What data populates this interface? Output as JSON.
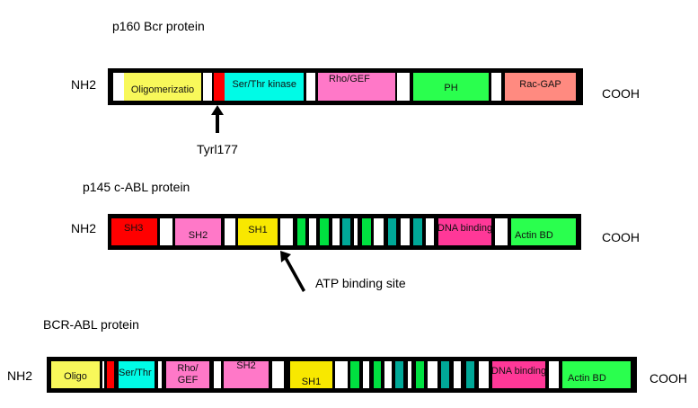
{
  "colors": {
    "white": "#ffffff",
    "yellow_pale": "#f8f85a",
    "red": "#ff0000",
    "cyan": "#00fbe6",
    "pink": "#ff78c8",
    "green_bright": "#2aff4e",
    "salmon": "#ff8a80",
    "yellow": "#f8e800",
    "green": "#00e040",
    "teal": "#00a898",
    "magenta": "#ff3898"
  },
  "proteins": [
    {
      "title": "p160 Bcr protein",
      "n_term": "NH2",
      "c_term": "COOH",
      "domains": [
        {
          "label": "",
          "color": "#ffffff"
        },
        {
          "label": "Oligomerizatio",
          "color": "#f8f85a"
        },
        {
          "label": "",
          "color": "#ffffff"
        },
        {
          "label": "",
          "color": "#ff0000"
        },
        {
          "label": "Ser/Thr kinase",
          "color": "#00fbe6"
        },
        {
          "label": "",
          "color": "#ffffff"
        },
        {
          "label": "Rho/GEF",
          "color": "#ff78c8"
        },
        {
          "label": "",
          "color": "#ffffff"
        },
        {
          "label": "PH",
          "color": "#2aff4e"
        },
        {
          "label": "",
          "color": "#ffffff"
        },
        {
          "label": "Rac-GAP",
          "color": "#ff8a80"
        }
      ],
      "annotation": "Tyrl177"
    },
    {
      "title": "p145 c-ABL protein",
      "n_term": "NH2",
      "c_term": "COOH",
      "domains": [
        {
          "label": "SH3",
          "color": "#ff0000"
        },
        {
          "label": "",
          "color": "#ffffff"
        },
        {
          "label": "SH2",
          "color": "#ff78c8"
        },
        {
          "label": "",
          "color": "#ffffff"
        },
        {
          "label": "SH1",
          "color": "#f8e800"
        },
        {
          "label": "",
          "color": "#ffffff"
        },
        {
          "label": "",
          "color": "#00e040"
        },
        {
          "label": "",
          "color": "#ffffff"
        },
        {
          "label": "",
          "color": "#00e040"
        },
        {
          "label": "",
          "color": "#ffffff"
        },
        {
          "label": "",
          "color": "#00a898"
        },
        {
          "label": "",
          "color": "#ffffff"
        },
        {
          "label": "",
          "color": "#00e040"
        },
        {
          "label": "",
          "color": "#ffffff"
        },
        {
          "label": "",
          "color": "#00a898"
        },
        {
          "label": "",
          "color": "#ffffff"
        },
        {
          "label": "",
          "color": "#00a898"
        },
        {
          "label": "",
          "color": "#ffffff"
        },
        {
          "label": "DNA binding",
          "color": "#ff3898"
        },
        {
          "label": "",
          "color": "#ffffff"
        },
        {
          "label": "Actin BD",
          "color": "#2aff4e"
        }
      ],
      "annotation": "ATP binding site"
    },
    {
      "title": "BCR-ABL protein",
      "n_term": "NH2",
      "c_term": "COOH",
      "domains": [
        {
          "label": "Oligo",
          "color": "#f8f85a"
        },
        {
          "label": "",
          "color": "#ffffff"
        },
        {
          "label": "",
          "color": "#ff0000"
        },
        {
          "label": "Ser/Thr",
          "color": "#00fbe6"
        },
        {
          "label": "",
          "color": "#ffffff"
        },
        {
          "label": "Rho/\nGEF",
          "color": "#ff78c8"
        },
        {
          "label": "",
          "color": "#ffffff"
        },
        {
          "label": "SH2",
          "color": "#ff78c8"
        },
        {
          "label": "",
          "color": "#ffffff"
        },
        {
          "label": "SH1",
          "color": "#f8e800"
        },
        {
          "label": "",
          "color": "#ffffff"
        },
        {
          "label": "",
          "color": "#00e040"
        },
        {
          "label": "",
          "color": "#ffffff"
        },
        {
          "label": "",
          "color": "#00e040"
        },
        {
          "label": "",
          "color": "#ffffff"
        },
        {
          "label": "",
          "color": "#00a898"
        },
        {
          "label": "",
          "color": "#ffffff"
        },
        {
          "label": "",
          "color": "#00e040"
        },
        {
          "label": "",
          "color": "#ffffff"
        },
        {
          "label": "",
          "color": "#00a898"
        },
        {
          "label": "",
          "color": "#ffffff"
        },
        {
          "label": "",
          "color": "#00a898"
        },
        {
          "label": "",
          "color": "#ffffff"
        },
        {
          "label": "DNA binding",
          "color": "#ff3898"
        },
        {
          "label": "",
          "color": "#ffffff"
        },
        {
          "label": "Actin BD",
          "color": "#2aff4e"
        }
      ]
    }
  ]
}
